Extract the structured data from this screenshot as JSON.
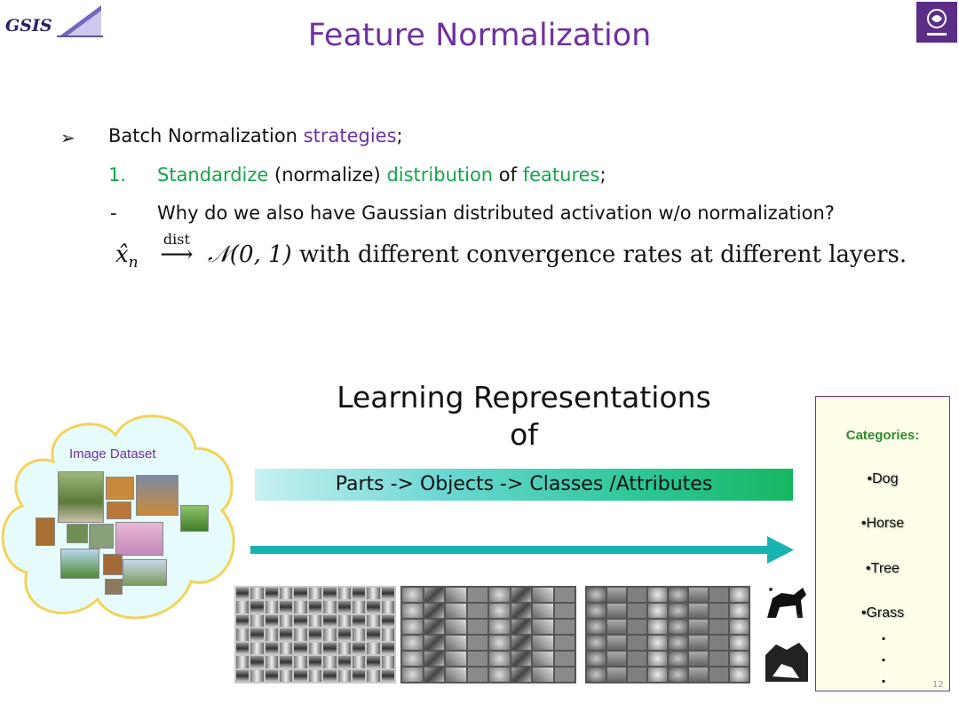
{
  "header": {
    "logo_text": "GSIS",
    "title": "Feature Normalization"
  },
  "bullets": {
    "b1_marker": "➢",
    "b1_part1": "Batch Normalization ",
    "b1_part2": "strategies",
    "b1_part3": ";",
    "b2_num": "1.",
    "b2_w1": "Standardize",
    "b2_w2": " (normalize) ",
    "b2_w3": "distribution",
    "b2_w4": " of ",
    "b2_w5": "features",
    "b2_w6": ";",
    "b3_dash": "-",
    "b3_text": "Why do we also have Gaussian distributed activation w/o normalization?"
  },
  "formula": {
    "x": "x̂",
    "sub": "n",
    "arrow_label": "dist",
    "arrow": "⟶",
    "dist": "𝒩(0, 1)",
    "tail": " with different convergence rates at different layers."
  },
  "learning": {
    "title_line1": "Learning Representations",
    "title_line2": "of",
    "pipeline": "Parts -> Objects -> Classes /Attributes"
  },
  "dataset": {
    "label": "Image Dataset"
  },
  "categories": {
    "title": "Categories:",
    "items": [
      "•Dog",
      "•Horse",
      "•Tree",
      "•Grass"
    ],
    "dots": [
      ".",
      ".",
      "."
    ]
  },
  "colors": {
    "title": "#7030a0",
    "accent_green": "#16a34a",
    "arrow": "#19b3b0",
    "cloud_fill": "#e6fbfb",
    "cloud_stroke": "#f2d35a"
  },
  "page_number": "12"
}
